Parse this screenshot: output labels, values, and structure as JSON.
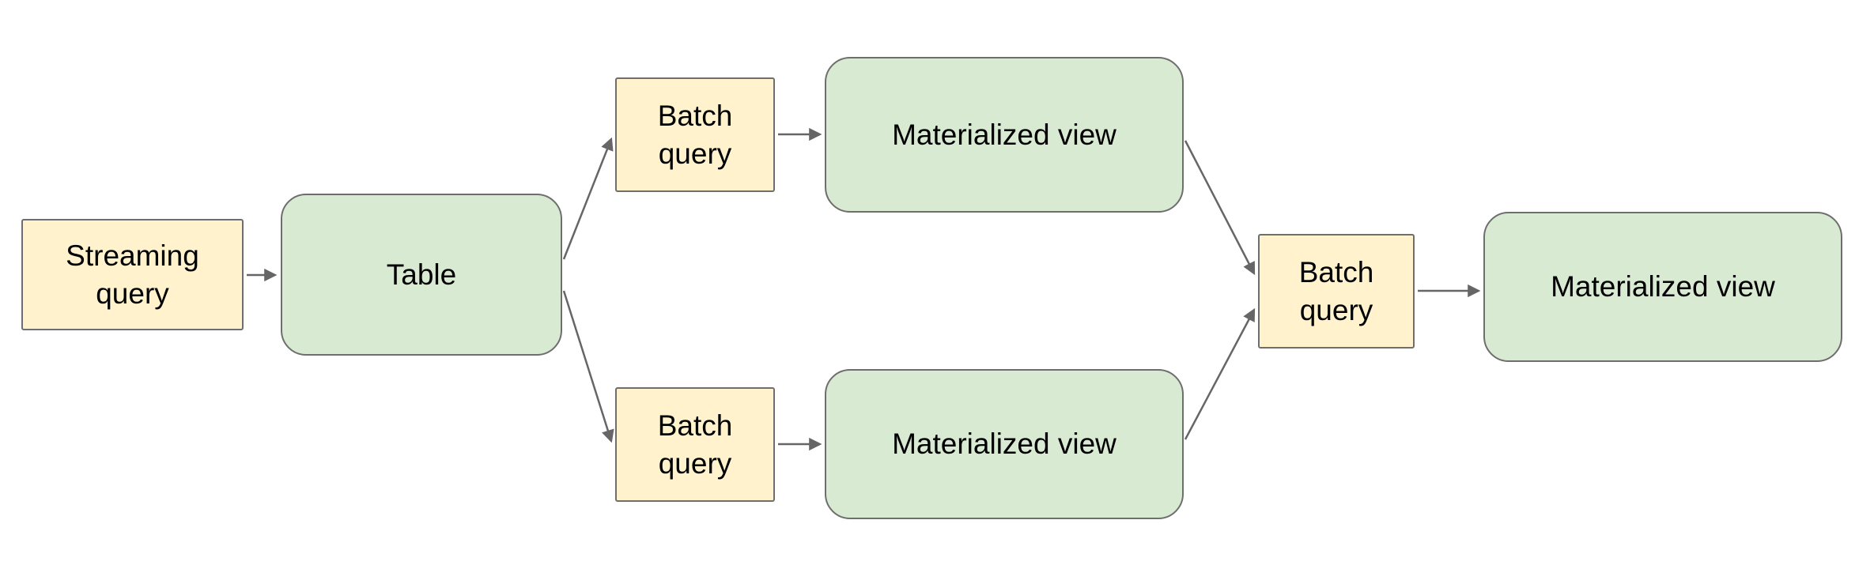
{
  "diagram": {
    "nodes": [
      {
        "id": "streaming-query",
        "label": "Streaming query",
        "kind": "query"
      },
      {
        "id": "table",
        "label": "Table",
        "kind": "view"
      },
      {
        "id": "batch-query-top",
        "label": "Batch query",
        "kind": "query"
      },
      {
        "id": "materialized-view-top",
        "label": "Materialized view",
        "kind": "view"
      },
      {
        "id": "batch-query-bottom",
        "label": "Batch query",
        "kind": "query"
      },
      {
        "id": "materialized-view-bottom",
        "label": "Materialized view",
        "kind": "view"
      },
      {
        "id": "batch-query-merge",
        "label": "Batch query",
        "kind": "query"
      },
      {
        "id": "materialized-view-final",
        "label": "Materialized view",
        "kind": "view"
      }
    ],
    "edges": [
      {
        "from": "streaming-query",
        "to": "table"
      },
      {
        "from": "table",
        "to": "batch-query-top"
      },
      {
        "from": "table",
        "to": "batch-query-bottom"
      },
      {
        "from": "batch-query-top",
        "to": "materialized-view-top"
      },
      {
        "from": "batch-query-bottom",
        "to": "materialized-view-bottom"
      },
      {
        "from": "materialized-view-top",
        "to": "batch-query-merge"
      },
      {
        "from": "materialized-view-bottom",
        "to": "batch-query-merge"
      },
      {
        "from": "batch-query-merge",
        "to": "materialized-view-final"
      }
    ],
    "colors": {
      "query_fill": "#fff2cc",
      "view_fill": "#d9ead3",
      "node_border": "#6e6e6e",
      "arrow": "#666666",
      "text": "#000000",
      "background": "#ffffff"
    }
  }
}
